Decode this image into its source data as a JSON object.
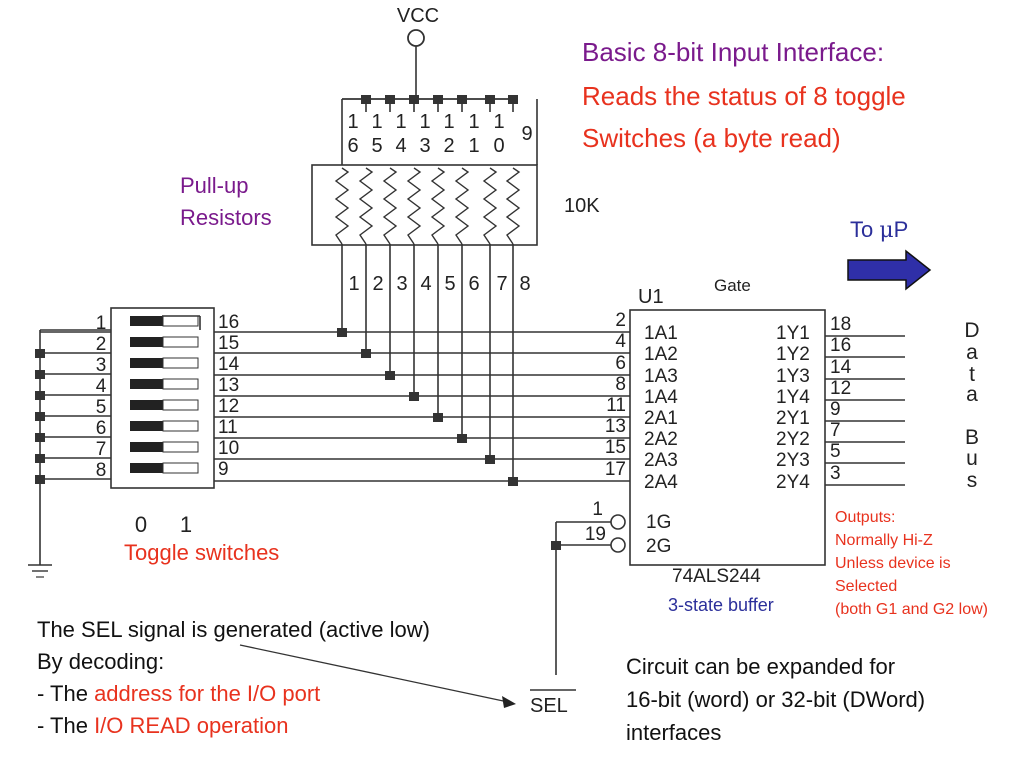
{
  "heading": {
    "line1": "Basic 8-bit Input Interface:",
    "line2": "Reads the status of 8 toggle",
    "line3": "Switches (a byte read)"
  },
  "labels": {
    "vcc": "VCC",
    "pullup_line1": "Pull-up",
    "pullup_line2": "Resistors",
    "resistor_value": "10K",
    "to_up_prefix": "To ",
    "to_up_mu": "μ",
    "to_up_p": "P",
    "gate": "Gate",
    "chip_ref": "U1",
    "chip_part": "74ALS244",
    "buffer_name": "3-state buffer",
    "switch_state_0": "0",
    "switch_state_1": "1",
    "toggle_switches": "Toggle switches",
    "sel": "SEL",
    "data_bus_letters": [
      "D",
      "a",
      "t",
      "a",
      "B",
      "u",
      "s"
    ]
  },
  "resistor_pack": {
    "top_pins": [
      "16",
      "15",
      "14",
      "13",
      "12",
      "11",
      "10"
    ],
    "common_pin": "9",
    "bottom_pins": [
      "1",
      "2",
      "3",
      "4",
      "5",
      "6",
      "7",
      "8"
    ]
  },
  "switch_block": {
    "left_pins": [
      "1",
      "2",
      "3",
      "4",
      "5",
      "6",
      "7",
      "8"
    ],
    "right_pins": [
      "16",
      "15",
      "14",
      "13",
      "12",
      "11",
      "10",
      "9"
    ]
  },
  "buffer": {
    "input_pins": [
      "2",
      "4",
      "6",
      "8",
      "11",
      "13",
      "15",
      "17"
    ],
    "input_names": [
      "1A1",
      "1A2",
      "1A3",
      "1A4",
      "2A1",
      "2A2",
      "2A3",
      "2A4"
    ],
    "output_names": [
      "1Y1",
      "1Y2",
      "1Y3",
      "1Y4",
      "2Y1",
      "2Y2",
      "2Y3",
      "2Y4"
    ],
    "output_pins": [
      "18",
      "16",
      "14",
      "12",
      "9",
      "7",
      "5",
      "3"
    ],
    "enable_pins": [
      "1",
      "19"
    ],
    "enable_names": [
      "1G",
      "2G"
    ]
  },
  "outputs_note": [
    "Outputs:",
    "Normally Hi-Z",
    "Unless device is",
    "Selected",
    "(both G1 and G2 low)"
  ],
  "sel_note": {
    "line1": "The SEL signal is generated (active low)",
    "line2": "By decoding:",
    "line3_prefix": "- The ",
    "line3_highlight": "address for the I/O port",
    "line4_prefix": "- The ",
    "line4_highlight": "I/O READ operation"
  },
  "expand_note": [
    "Circuit can be expanded for",
    "16-bit (word) or 32-bit (DWord)",
    "interfaces"
  ],
  "colors": {
    "heading_title": "#7a1a8c",
    "heading_sub": "#e8321e",
    "arrow_fill": "#2f2fa8",
    "buffer_label": "#2b2f9a",
    "wire": "#333333"
  }
}
